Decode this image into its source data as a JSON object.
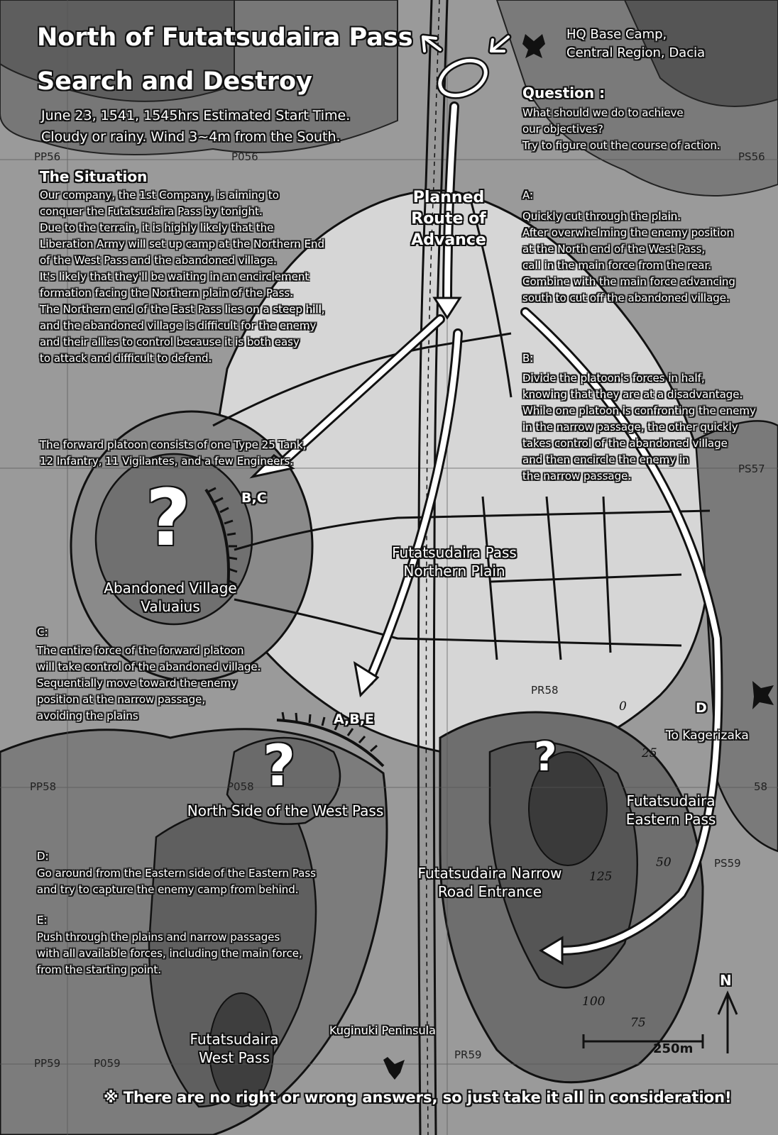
{
  "title_line1": "North of Futatsudaira Pass",
  "title_line2": "Search and Destroy",
  "date_line": "June 23, 1541, 1545hrs Estimated Start Time.",
  "weather_line": "Cloudy or rainy. Wind 3~4m from the South.",
  "situation": {
    "heading": "The Situation",
    "body": "Our company, the 1st Company, is aiming to\nconquer the Futatsudaira Pass by tonight.\nDue to the terrain, it is highly likely that the\nLiberation Army will set up camp at the Northern End\nof the West Pass and the abandoned village.\nIt's likely that they'll be waiting in an encirclement\nformation facing the Northern plain of the Pass.\nThe Northern end of the East Pass lies on a steep hill,\nand the abandoned village is difficult for the enemy\nand their allies to control because it is both easy\nto attack and difficult to defend.",
    "platoon": "The forward platoon consists of one Type 25 Tank,\n12 Infantry, 11 Vigilantes, and a few Engineers."
  },
  "question": {
    "heading": "Question :",
    "body": "What should we do to achieve\nour objectives?\nTry to figure out the course of action."
  },
  "options": {
    "a_label": "A:",
    "a_text": "Quickly cut through the plain.\nAfter overwhelming the enemy position\nat the North end of the West Pass,\ncall in the main force from the rear.\nCombine with the main force advancing\nsouth to cut off the abandoned village.",
    "b_label": "B:",
    "b_text": "Divide the platoon's forces in half,\nknowing that they are at a disadvantage.\nWhile one platoon is confronting the enemy\n in the narrow passage, the other quickly\ntakes control of the abandoned village\nand then encircle the enemy in\nthe narrow passage.",
    "c_label": "C:",
    "c_text": "The entire force of the forward platoon\nwill take control of the abandoned village.\nSequentially move toward the enemy\nposition at the narrow passage,\navoiding the plains",
    "d_label": "D:",
    "d_text": "Go around from the Eastern side of the Eastern Pass\nand try to capture the enemy camp from behind.",
    "e_label": "E:",
    "e_text": "Push through the plains and narrow passages\nwith all available forces, including the main force,\nfrom the starting point."
  },
  "labels": {
    "hq": "HQ Base Camp,\nCentral Region, Dacia",
    "planned_route": "Planned\nRoute of\nAdvance",
    "bc": "B,C",
    "abc_e": "A,B,E",
    "d": "D",
    "to_kagerizaka": "To Kagerizaka",
    "abandoned_village": "Abandoned Village\nValuaius",
    "northern_plain": "Futatsudaira Pass\nNorthern Plain",
    "north_side_west": "North Side of the West Pass",
    "eastern_pass": "Futatsudaira\nEastern Pass",
    "narrow_road": "Futatsudaira Narrow\nRoad Entrance",
    "west_pass": "Futatsudaira\nWest Pass",
    "kuginuki": "Kuginuki Peninsula",
    "footer": "※ There are no right or wrong answers, so just take it all in consideration!",
    "north": "N",
    "scale": "250m",
    "question_mark": "?"
  },
  "grid_refs": [
    "PP56",
    "P056",
    "PS56",
    "PS57",
    "PR58",
    "PP58",
    "P058",
    "58",
    "PS59",
    "PP59",
    "P059",
    "PR59"
  ],
  "contours": [
    "0",
    "25",
    "50",
    "125",
    "100",
    "75"
  ],
  "colors": {
    "ink": "#111111",
    "paper": "#ffffff",
    "ground": "#9a9a9a",
    "plain": "#d8d8d8",
    "hill": "#6a6a6a"
  }
}
